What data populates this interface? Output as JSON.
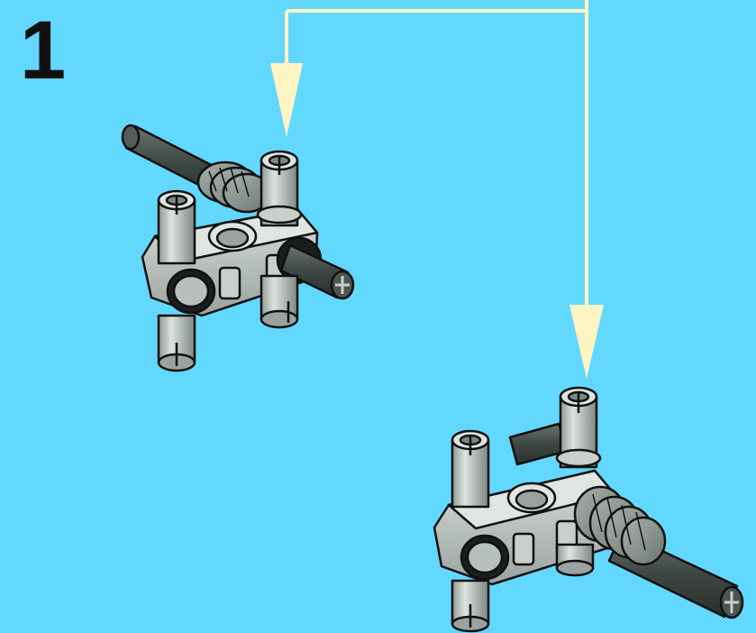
{
  "step": {
    "number": "1"
  },
  "colors": {
    "background": "#63d8ff",
    "arrow": "#fff4c4",
    "part_light_gray": "#c9cfcb",
    "part_dark_gray": "#4d5553",
    "outline": "#111111"
  },
  "parts": [
    {
      "name": "assembly-top-left",
      "components": [
        "connector-block",
        "axle",
        "bush-gear",
        "pin",
        "pin",
        "pin",
        "pin"
      ]
    },
    {
      "name": "assembly-bottom-right",
      "components": [
        "connector-block",
        "axle",
        "bush-gear",
        "pin",
        "pin",
        "pin"
      ]
    }
  ],
  "arrows": [
    {
      "name": "arrow-to-top-left-pin",
      "direction": "down"
    },
    {
      "name": "arrow-to-bottom-right-pin",
      "direction": "down"
    }
  ]
}
